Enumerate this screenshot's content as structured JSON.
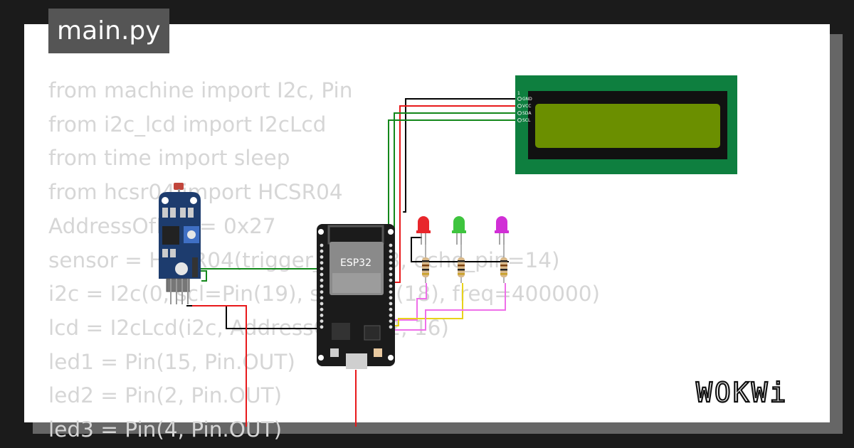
{
  "file_tab": {
    "label": "main.py"
  },
  "code_lines": [
    "from machine import I2c, Pin",
    "from i2c_lcd import I2cLcd",
    "from time import sleep",
    "from hcsr04 import HCSR04",
    "AddressOfLcd = 0x27",
    "sensor = HCSR04(trigger_pin=13, echo_pin=14)",
    "i2c = I2c(0, scl=Pin(19), sda=Pin(18), freq=400000)",
    "lcd = I2cLcd(i2c, AddressOfLcd, 2, 16)",
    "led1 = Pin(15, Pin.OUT)",
    "led2 = Pin(2, Pin.OUT)",
    "led3 = Pin(4, Pin.OUT)"
  ],
  "esp32": {
    "label": "ESP32"
  },
  "lcd_module": {
    "pin_number": "1",
    "pins": [
      "GND",
      "VCC",
      "SDA",
      "SCL"
    ],
    "screen_color": "#6b8f00",
    "board_color": "#0e7f3f"
  },
  "leds": [
    {
      "color": "#e8262b",
      "name": "red"
    },
    {
      "color": "#3ec43e",
      "name": "green"
    },
    {
      "color": "#d12fd6",
      "name": "magenta"
    }
  ],
  "wire_colors": {
    "black": "#000000",
    "red": "#e8191b",
    "green": "#13881b",
    "yellow": "#e8d21a",
    "pink": "#ef6fe9"
  },
  "brand": {
    "name": "WOKWi"
  },
  "icons": [
    "arduino-sensor-module-icon",
    "esp32-board-icon",
    "lcd-display-icon",
    "led-icon",
    "resistor-icon",
    "wokwi-logo-icon"
  ]
}
